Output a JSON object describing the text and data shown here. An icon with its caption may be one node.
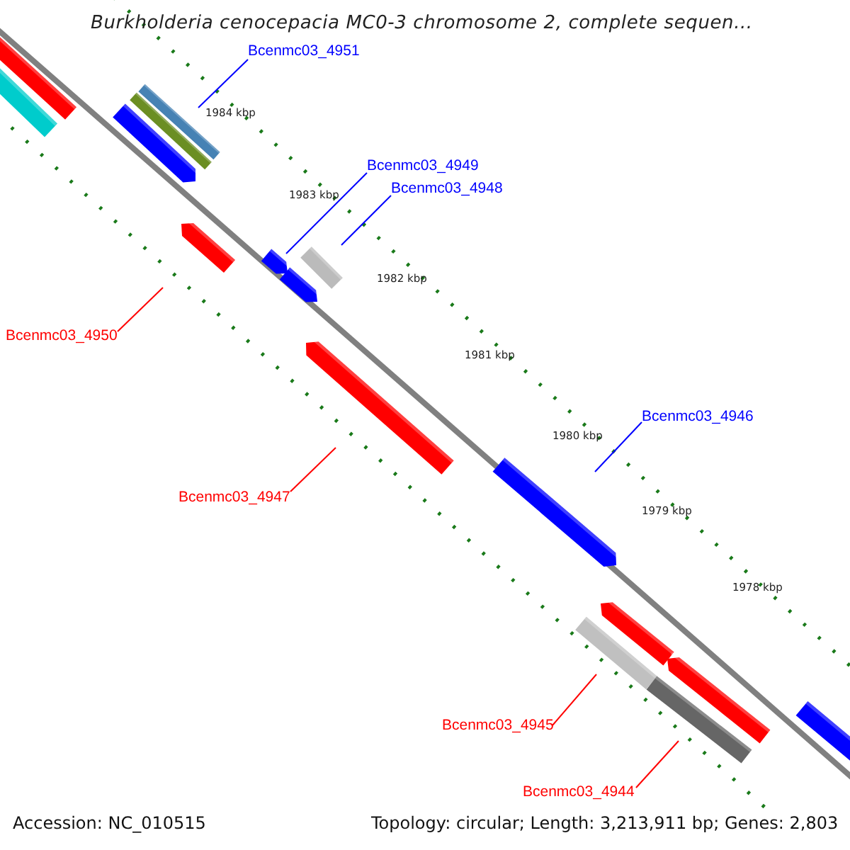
{
  "diagram": {
    "title": "Burkholderia cenocepacia MC0-3 chromosome 2, complete sequen...",
    "nodes": [
      {
        "text": [
          "Bcenmc03_4951"
        ]
      },
      {
        "text": [
          "Bcenmc03_4949"
        ]
      },
      {
        "text": [
          "Bcenmc03_4948"
        ]
      },
      {
        "text": [
          "Bcenmc03_4950"
        ]
      },
      {
        "text": [
          "Bcenmc03_4947"
        ]
      },
      {
        "text": [
          "Bcenmc03_4946"
        ]
      },
      {
        "text": [
          "Bcenmc03_4945"
        ]
      },
      {
        "text": [
          "Bcenmc03_4944"
        ]
      },
      {
        "text": [],
        "shape": "bar"
      },
      {
        "text": [],
        "shape": "bar"
      },
      {
        "text": [],
        "shape": "bar"
      },
      {
        "text": [],
        "shape": "bar"
      },
      {
        "text": [],
        "shape": "bar"
      },
      {
        "text": [],
        "shape": "bar"
      },
      {
        "text": [],
        "shape": "bar"
      },
      {
        "text": [],
        "shape": "bar"
      },
      {
        "text": [],
        "shape": "bar"
      },
      {
        "text": [],
        "shape": "bar"
      },
      {
        "text": [],
        "shape": "bar"
      },
      {
        "text": [],
        "shape": "bar"
      },
      {
        "text": [],
        "shape": "bar"
      },
      {
        "text": [],
        "shape": "bar"
      },
      {
        "text": [],
        "shape": "bar"
      },
      {
        "text": [],
        "shape": "bar"
      }
    ],
    "edges": [
      {
        "from": 0,
        "to": 10,
        "arrow": "none"
      },
      {
        "from": 1,
        "to": 14,
        "arrow": "none"
      },
      {
        "from": 2,
        "to": 16,
        "arrow": "none"
      },
      {
        "from": 3,
        "to": 13,
        "arrow": "none",
        "color": "#ff0000"
      },
      {
        "from": 4,
        "to": 17,
        "arrow": "none",
        "color": "#ff0000"
      },
      {
        "from": 5,
        "to": 18,
        "arrow": "none"
      },
      {
        "from": 6,
        "to": 21,
        "arrow": "none",
        "color": "#ff0000"
      },
      {
        "from": 7,
        "to": 22,
        "arrow": "none",
        "color": "#ff0000"
      }
    ],
    "labels": [
      "1984 kbp",
      "1983 kbp",
      "1982 kbp",
      "1981 kbp",
      "1980 kbp",
      "1979 kbp",
      "1978 kbp",
      "Accession: NC_010515",
      "Topology: circular; Length: 3,213,911 bp; Genes: 2,803"
    ]
  }
}
